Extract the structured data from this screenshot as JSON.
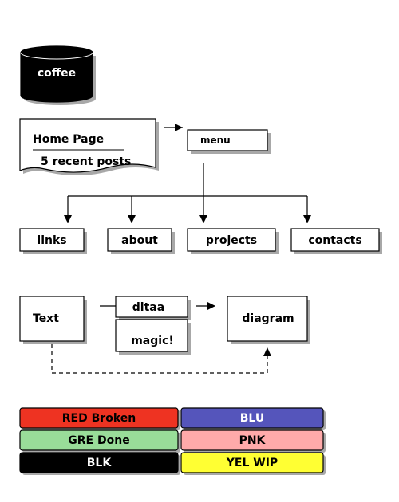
{
  "nodes": {
    "coffee": "coffee",
    "home_line1": "Home Page",
    "home_line2": "5 recent posts",
    "menu": "menu",
    "links": "links",
    "about": "about",
    "projects": "projects",
    "contacts": "contacts",
    "text": "Text",
    "ditaa": "ditaa",
    "magic": "magic!",
    "diagram": "diagram"
  },
  "legend": [
    {
      "label": "RED Broken",
      "color": "#ee3322",
      "text_color": "#000000"
    },
    {
      "label": "BLU",
      "color": "#5555bb",
      "text_color": "#ffffff"
    },
    {
      "label": "GRE Done",
      "color": "#99dd99",
      "text_color": "#000000"
    },
    {
      "label": "PNK",
      "color": "#ffaaaa",
      "text_color": "#000000"
    },
    {
      "label": "BLK",
      "color": "#000000",
      "text_color": "#ffffff"
    },
    {
      "label": "YEL WIP",
      "color": "#ffff33",
      "text_color": "#000000"
    }
  ]
}
